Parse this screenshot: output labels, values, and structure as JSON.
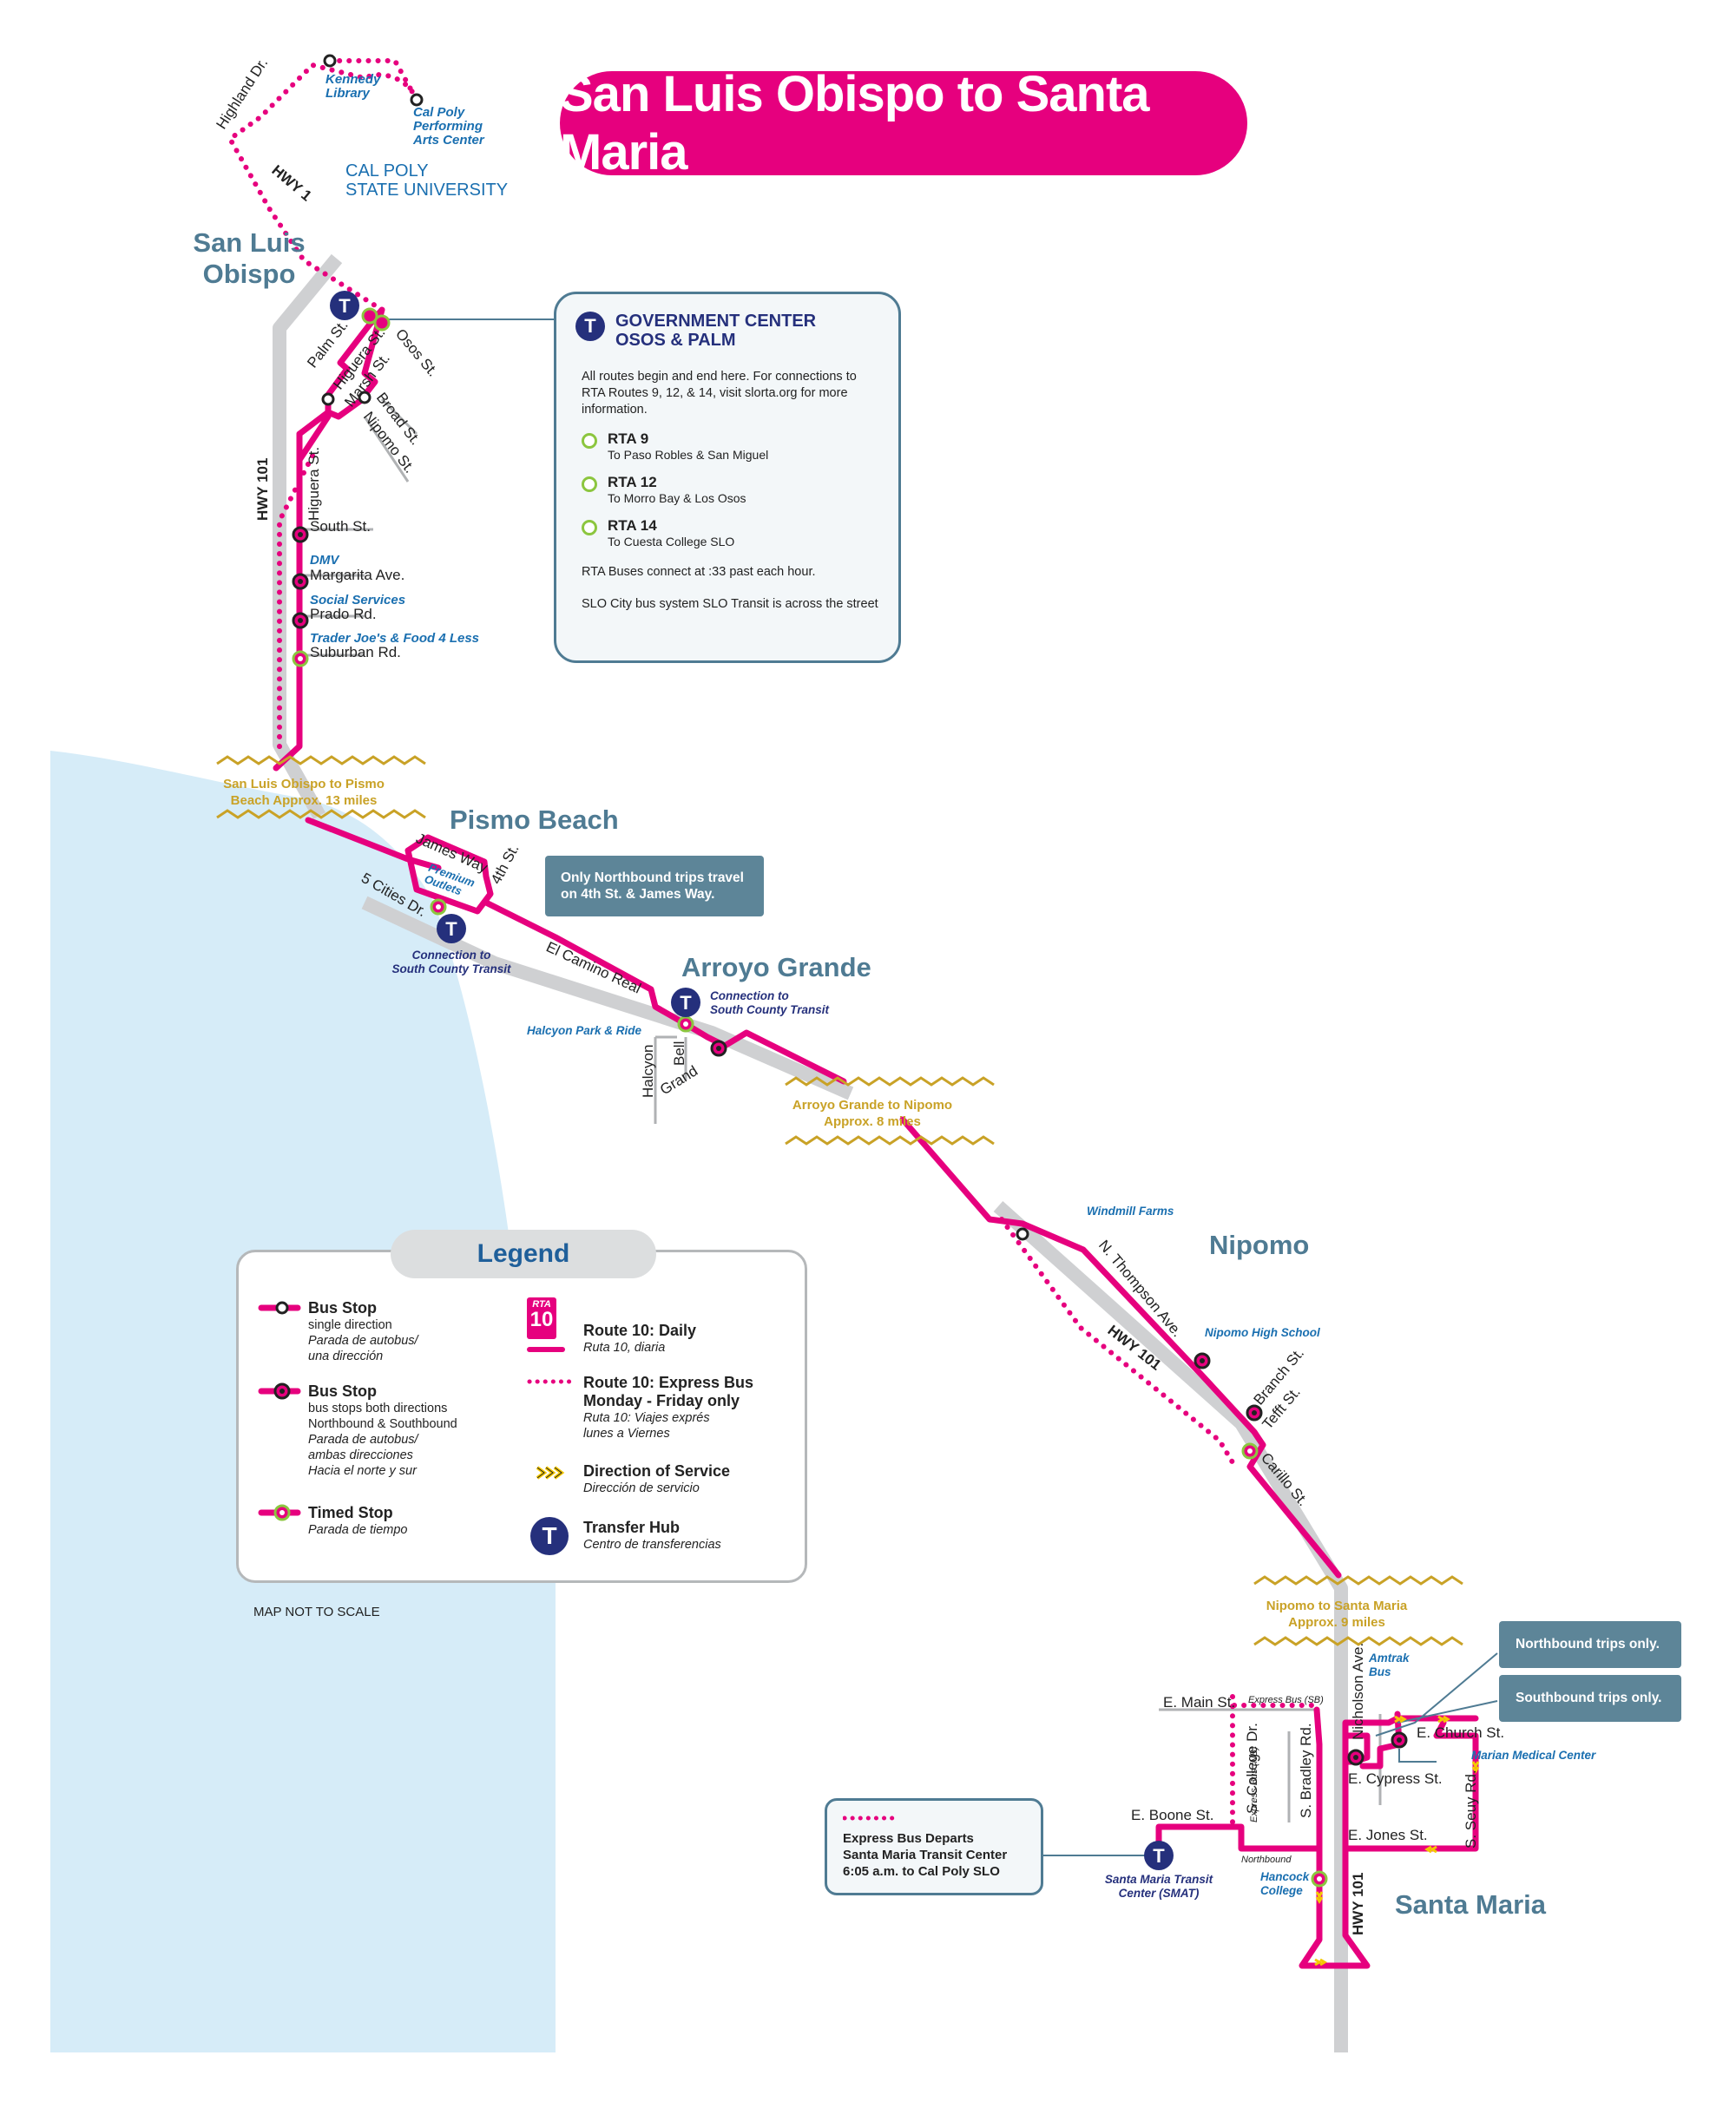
{
  "title": "San Luis Obispo to Santa Maria",
  "colors": {
    "route": "#e6007e",
    "highway": "#cfd0d2",
    "ocean": "#d6ecf8",
    "hub": "#25307c",
    "city_label": "#4f7b93",
    "landmark": "#1a6fb0",
    "distance": "#c9a227",
    "timed_stop": "#8cc63f"
  },
  "cities": {
    "slo": "San Luis\nObispo",
    "pismo": "Pismo Beach",
    "arroyo": "Arroyo Grande",
    "nipomo": "Nipomo",
    "santa_maria": "Santa Maria"
  },
  "campus": "CAL POLY\nSTATE UNIVERSITY",
  "landmarks": {
    "kennedy": "Kennedy\nLibrary",
    "pac": "Cal Poly\nPerforming\nArts Center",
    "dmv": "DMV",
    "social": "Social Services",
    "traderjoes": "Trader Joe's & Food 4 Less",
    "premium": "Premium\nOutlets",
    "halcyon_pr": "Halcyon Park & Ride",
    "windmill": "Windmill Farms",
    "nipomo_hs": "Nipomo High School",
    "amtrak": "Amtrak\nBus",
    "marian": "Marian Medical Center",
    "hancock": "Hancock\nCollege",
    "smat": "Santa Maria Transit\nCenter (SMAT)",
    "pismo_conn": "Connection to\nSouth County Transit",
    "arroyo_conn": "Connection to\nSouth County Transit"
  },
  "streets": {
    "highland": "Highland Dr.",
    "hwy1": "HWY 1",
    "hwy101_slo": "HWY 101",
    "hwy101_nip": "HWY 101",
    "hwy101_sm": "HWY 101",
    "palm": "Palm St.",
    "osos": "Osos St.",
    "higuera1": "Higuera St.",
    "marsh": "Marsh St.",
    "broad": "Broad St.",
    "nipomo_st": "Nipomo St.",
    "higuera2": "Higuera St.",
    "south": "South St.",
    "margarita": "Margarita Ave.",
    "prado": "Prado Rd.",
    "suburban": "Suburban Rd.",
    "james": "James Way",
    "fourth": "4th St.",
    "five_cities": "5 Cities Dr.",
    "el_camino": "El Camino Real",
    "halcyon": "Halcyon",
    "bell": "Bell",
    "grand": "Grand",
    "thompson": "N. Thompson Ave.",
    "branch": "Branch St.",
    "tefft": "Tefft St.",
    "carillo": "Carillo St.",
    "main": "E. Main St.",
    "college": "S. College Dr.",
    "bradley": "S. Bradley Rd.",
    "nicholson": "Nicholson Ave.",
    "church": "E. Church St.",
    "cypress": "E. Cypress St.",
    "seuy": "S. Seuy Rd.",
    "jones": "E. Jones St.",
    "boone": "E. Boone St.",
    "exp_sb": "Express Bus (SB)",
    "exp_nb": "Express Bus (NB)",
    "northbound": "Northbound"
  },
  "distances": {
    "slo_pismo": "San Luis Obispo to Pismo\nBeach Approx. 13 miles",
    "ag_nipomo": "Arroyo Grande to Nipomo\nApprox. 8 miles",
    "nipomo_sm": "Nipomo to Santa Maria\nApprox. 9 miles"
  },
  "info_box": {
    "title": "GOVERNMENT CENTER\nOSOS & PALM",
    "intro": "All routes begin and end here. For connections to RTA Routes 9, 12, & 14, visit slorta.org for more information.",
    "routes": [
      {
        "name": "RTA 9",
        "desc": "To Paso Robles & San Miguel"
      },
      {
        "name": "RTA 12",
        "desc": "To Morro Bay & Los Osos"
      },
      {
        "name": "RTA 14",
        "desc": "To Cuesta College SLO"
      }
    ],
    "connect": "RTA Buses connect at :33 past each hour.",
    "slo_transit": "SLO City bus system SLO Transit is across the street"
  },
  "notes": {
    "pismo": "Only Northbound trips travel\non 4th St. & James Way.",
    "northbound": "Northbound trips only.",
    "southbound": "Southbound trips only.",
    "smat": "Express Bus Departs\nSanta Maria Transit Center\n6:05 a.m. to Cal Poly SLO"
  },
  "legend": {
    "title": "Legend",
    "bus_stop_single": {
      "name": "Bus Stop",
      "sub": "single direction",
      "es": "Parada de autobus/\nuna dirección"
    },
    "bus_stop_both": {
      "name": "Bus Stop",
      "sub": "bus stops both directions\nNorthbound & Southbound",
      "es": "Parada de autobus/\nambas direcciones\nHacia el norte y sur"
    },
    "timed_stop": {
      "name": "Timed Stop",
      "es": "Parada de tiempo"
    },
    "rta_badge_top": "RTA",
    "rta_badge_num": "10",
    "route_daily": {
      "name": "Route 10: Daily",
      "es": "Ruta 10, diaria"
    },
    "route_express": {
      "name": "Route 10: Express Bus\nMonday - Friday only",
      "es": "Ruta 10: Viajes exprés\nlunes a Viernes"
    },
    "direction": {
      "name": "Direction of Service",
      "es": "Dirección de servicio"
    },
    "hub": {
      "name": "Transfer Hub",
      "es": "Centro de transferencias"
    }
  },
  "not_to_scale": "MAP NOT TO SCALE"
}
